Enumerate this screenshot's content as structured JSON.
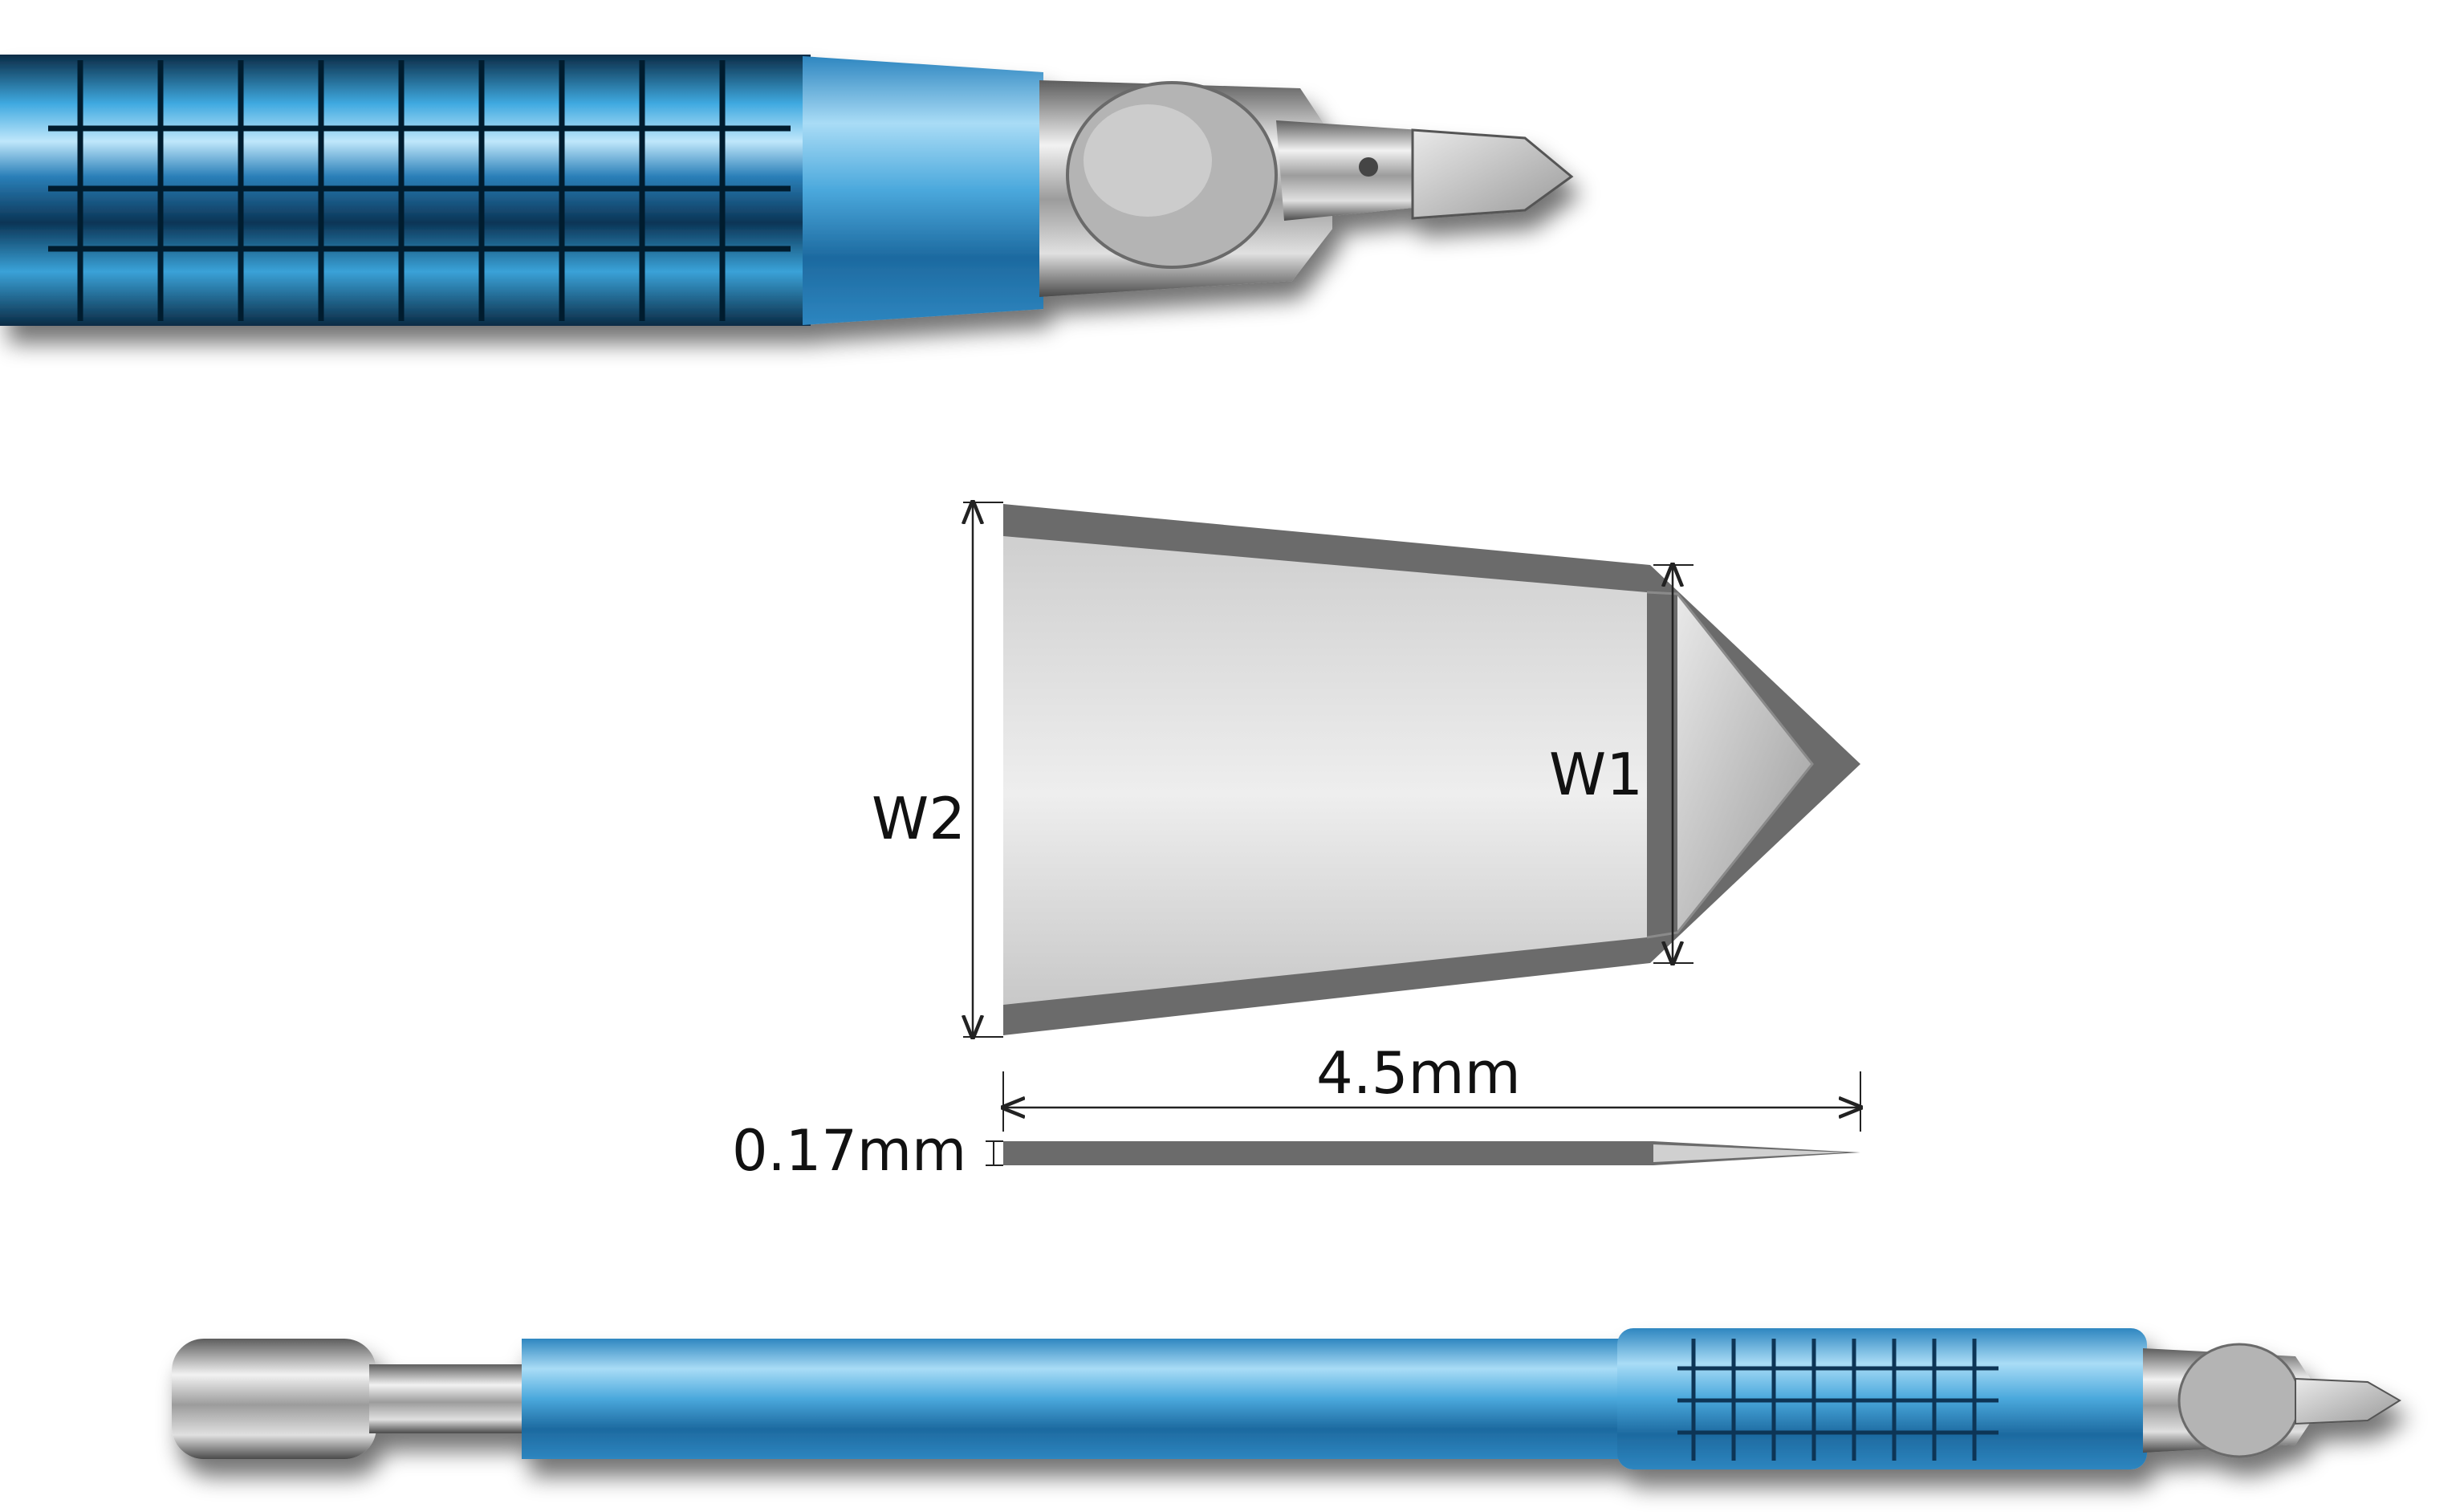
{
  "product_image": {
    "top_view": "knife-tip-closeup",
    "bottom_view": "full-knife-handle"
  },
  "dimensions": {
    "w2_label": "W2",
    "w1_label": "W1",
    "length_label": "4.5mm",
    "thickness_label": "0.17mm"
  },
  "colors": {
    "handle_blue": "#3a9fd6",
    "handle_dark": "#0d3a5a",
    "blade_bevel": "#6b6b6b",
    "blade_face": "#d6d6d6",
    "steel": "#bdbdbd"
  }
}
